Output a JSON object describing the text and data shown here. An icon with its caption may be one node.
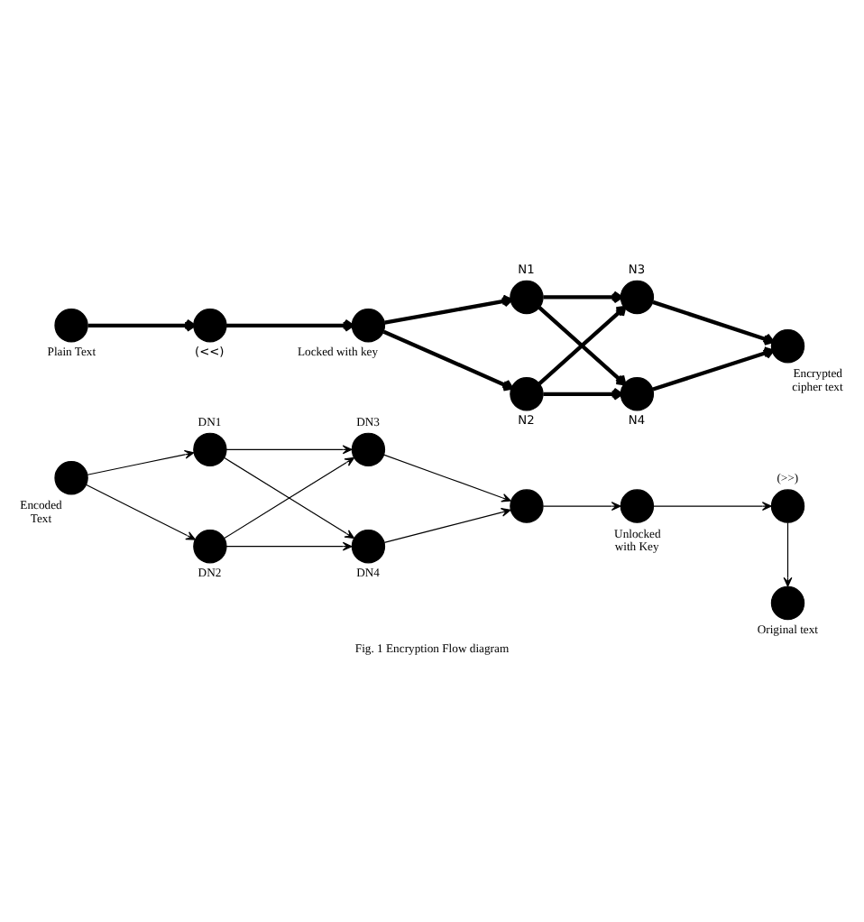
{
  "diagram": {
    "caption": "Fig. 1 Encryption Flow diagram",
    "nodes": [
      {
        "text": [],
        "shape": "circle",
        "beside": [
          "Plain Text"
        ]
      },
      {
        "text": [],
        "shape": "circle",
        "beside": [
          "(<<)"
        ]
      },
      {
        "text": [],
        "shape": "circle",
        "beside": [
          "Locked with key"
        ]
      },
      {
        "text": [],
        "shape": "circle",
        "beside": [
          "N1"
        ]
      },
      {
        "text": [],
        "shape": "circle",
        "beside": [
          "N2"
        ]
      },
      {
        "text": [],
        "shape": "circle",
        "beside": [
          "N3"
        ]
      },
      {
        "text": [],
        "shape": "circle",
        "beside": [
          "N4"
        ]
      },
      {
        "text": [],
        "shape": "circle",
        "beside": [
          "Encrypted cipher text"
        ]
      },
      {
        "text": [],
        "shape": "circle",
        "beside": [
          "Encoded Text"
        ]
      },
      {
        "text": [],
        "shape": "circle",
        "beside": [
          "DN1"
        ]
      },
      {
        "text": [],
        "shape": "circle",
        "beside": [
          "DN2"
        ]
      },
      {
        "text": [],
        "shape": "circle",
        "beside": [
          "DN3"
        ]
      },
      {
        "text": [],
        "shape": "circle",
        "beside": [
          "DN4"
        ]
      },
      {
        "text": [],
        "shape": "circle"
      },
      {
        "text": [],
        "shape": "circle",
        "beside": [
          "Unlocked with Key"
        ]
      },
      {
        "text": [],
        "shape": "circle",
        "beside": [
          "(>>)"
        ]
      },
      {
        "text": [],
        "shape": "circle",
        "beside": [
          "Original text"
        ]
      }
    ],
    "edges": [
      {
        "from": 0,
        "to": 1,
        "arrow": "to",
        "style": "thick"
      },
      {
        "from": 1,
        "to": 2,
        "arrow": "to",
        "style": "thick"
      },
      {
        "from": 2,
        "to": 3,
        "arrow": "to",
        "style": "thick"
      },
      {
        "from": 2,
        "to": 4,
        "arrow": "to",
        "style": "thick"
      },
      {
        "from": 3,
        "to": 5,
        "arrow": "to",
        "style": "thick"
      },
      {
        "from": 3,
        "to": 6,
        "arrow": "to",
        "style": "thick"
      },
      {
        "from": 4,
        "to": 5,
        "arrow": "to",
        "style": "thick"
      },
      {
        "from": 4,
        "to": 6,
        "arrow": "to",
        "style": "thick"
      },
      {
        "from": 5,
        "to": 7,
        "arrow": "to",
        "style": "thick"
      },
      {
        "from": 6,
        "to": 7,
        "arrow": "to",
        "style": "thick"
      },
      {
        "from": 8,
        "to": 9,
        "arrow": "to"
      },
      {
        "from": 8,
        "to": 10,
        "arrow": "to"
      },
      {
        "from": 9,
        "to": 11,
        "arrow": "to"
      },
      {
        "from": 9,
        "to": 12,
        "arrow": "to"
      },
      {
        "from": 10,
        "to": 11,
        "arrow": "to"
      },
      {
        "from": 10,
        "to": 12,
        "arrow": "to"
      },
      {
        "from": 11,
        "to": 13,
        "arrow": "to"
      },
      {
        "from": 12,
        "to": 13,
        "arrow": "to"
      },
      {
        "from": 13,
        "to": 14,
        "arrow": "to"
      },
      {
        "from": 14,
        "to": 15,
        "arrow": "to"
      },
      {
        "from": 15,
        "to": 16,
        "arrow": "to"
      }
    ]
  }
}
